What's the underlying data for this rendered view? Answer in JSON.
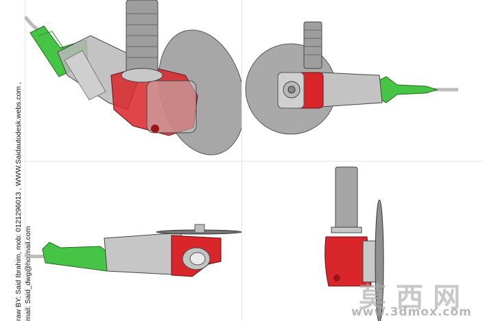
{
  "credit": {
    "line1": "raw BY: Said Ibrahim, mob: 0121296013 , WWW.Saidautodesk.webs.com ,",
    "line2": "mail: Said_dwg@hotmail.com"
  },
  "views": [
    {
      "name": "isometric-view"
    },
    {
      "name": "front-view"
    },
    {
      "name": "side-view"
    },
    {
      "name": "end-view"
    }
  ],
  "watermark": {
    "chinese": "莫西网",
    "url": "www.3dmox.com"
  },
  "colors": {
    "green": "#3fbf3f",
    "red": "#d8262a",
    "grey": "#a8a8a8",
    "disc": "#9a9a9a"
  }
}
